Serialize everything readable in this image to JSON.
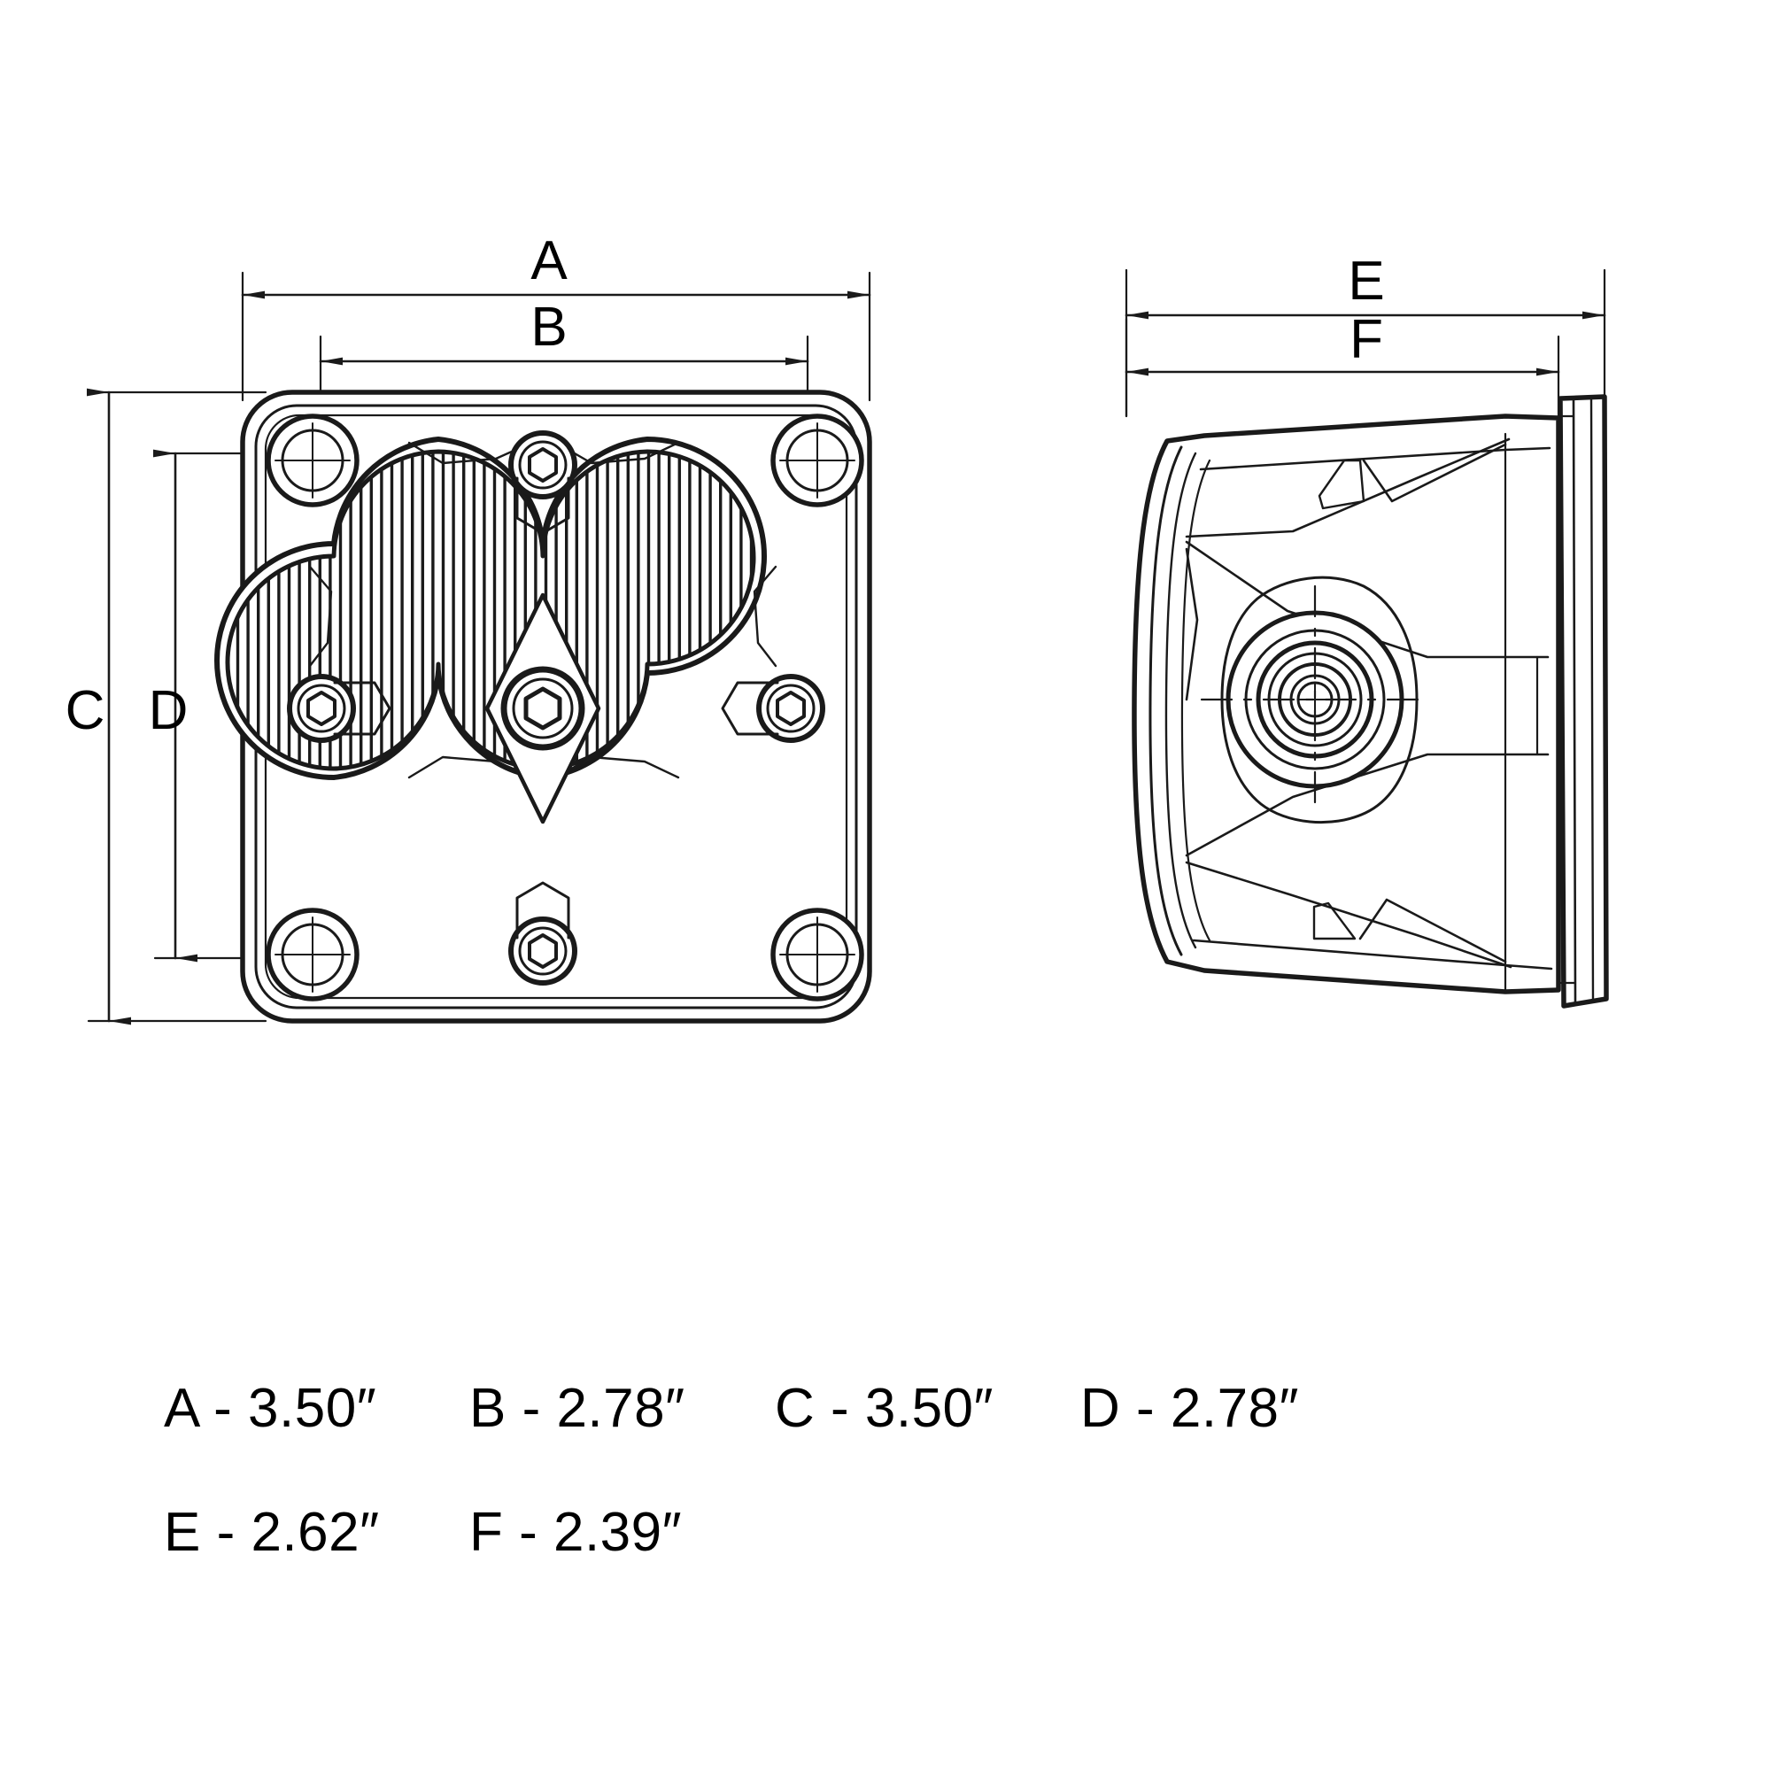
{
  "document": {
    "kind": "dimensional-engineering-drawing",
    "subject": "LED pod light — front view and side view",
    "units_symbol": "″"
  },
  "views": {
    "front": {
      "name": "front-view",
      "dimension_labels": [
        "A",
        "B",
        "C",
        "D"
      ]
    },
    "side": {
      "name": "side-view",
      "dimension_labels": [
        "E",
        "F"
      ]
    }
  },
  "callouts": {
    "A": "A",
    "B": "B",
    "C": "C",
    "D": "D",
    "E": "E",
    "F": "F"
  },
  "legend": {
    "rows": [
      [
        {
          "key": "A",
          "text": "A - 3.50″"
        },
        {
          "key": "B",
          "text": "B - 2.78″"
        },
        {
          "key": "C",
          "text": "C - 3.50″"
        },
        {
          "key": "D",
          "text": "D - 2.78″"
        }
      ],
      [
        {
          "key": "E",
          "text": "E - 2.62″"
        },
        {
          "key": "F",
          "text": "F - 2.39″"
        },
        {
          "key": "",
          "text": ""
        },
        {
          "key": "",
          "text": ""
        }
      ]
    ],
    "values": {
      "A": "3.50",
      "B": "2.78",
      "C": "3.50",
      "D": "2.78",
      "E": "2.62",
      "F": "2.39"
    }
  },
  "colors": {
    "line": "#1a1a1a",
    "background": "#ffffff",
    "thin_line": "#222222"
  }
}
